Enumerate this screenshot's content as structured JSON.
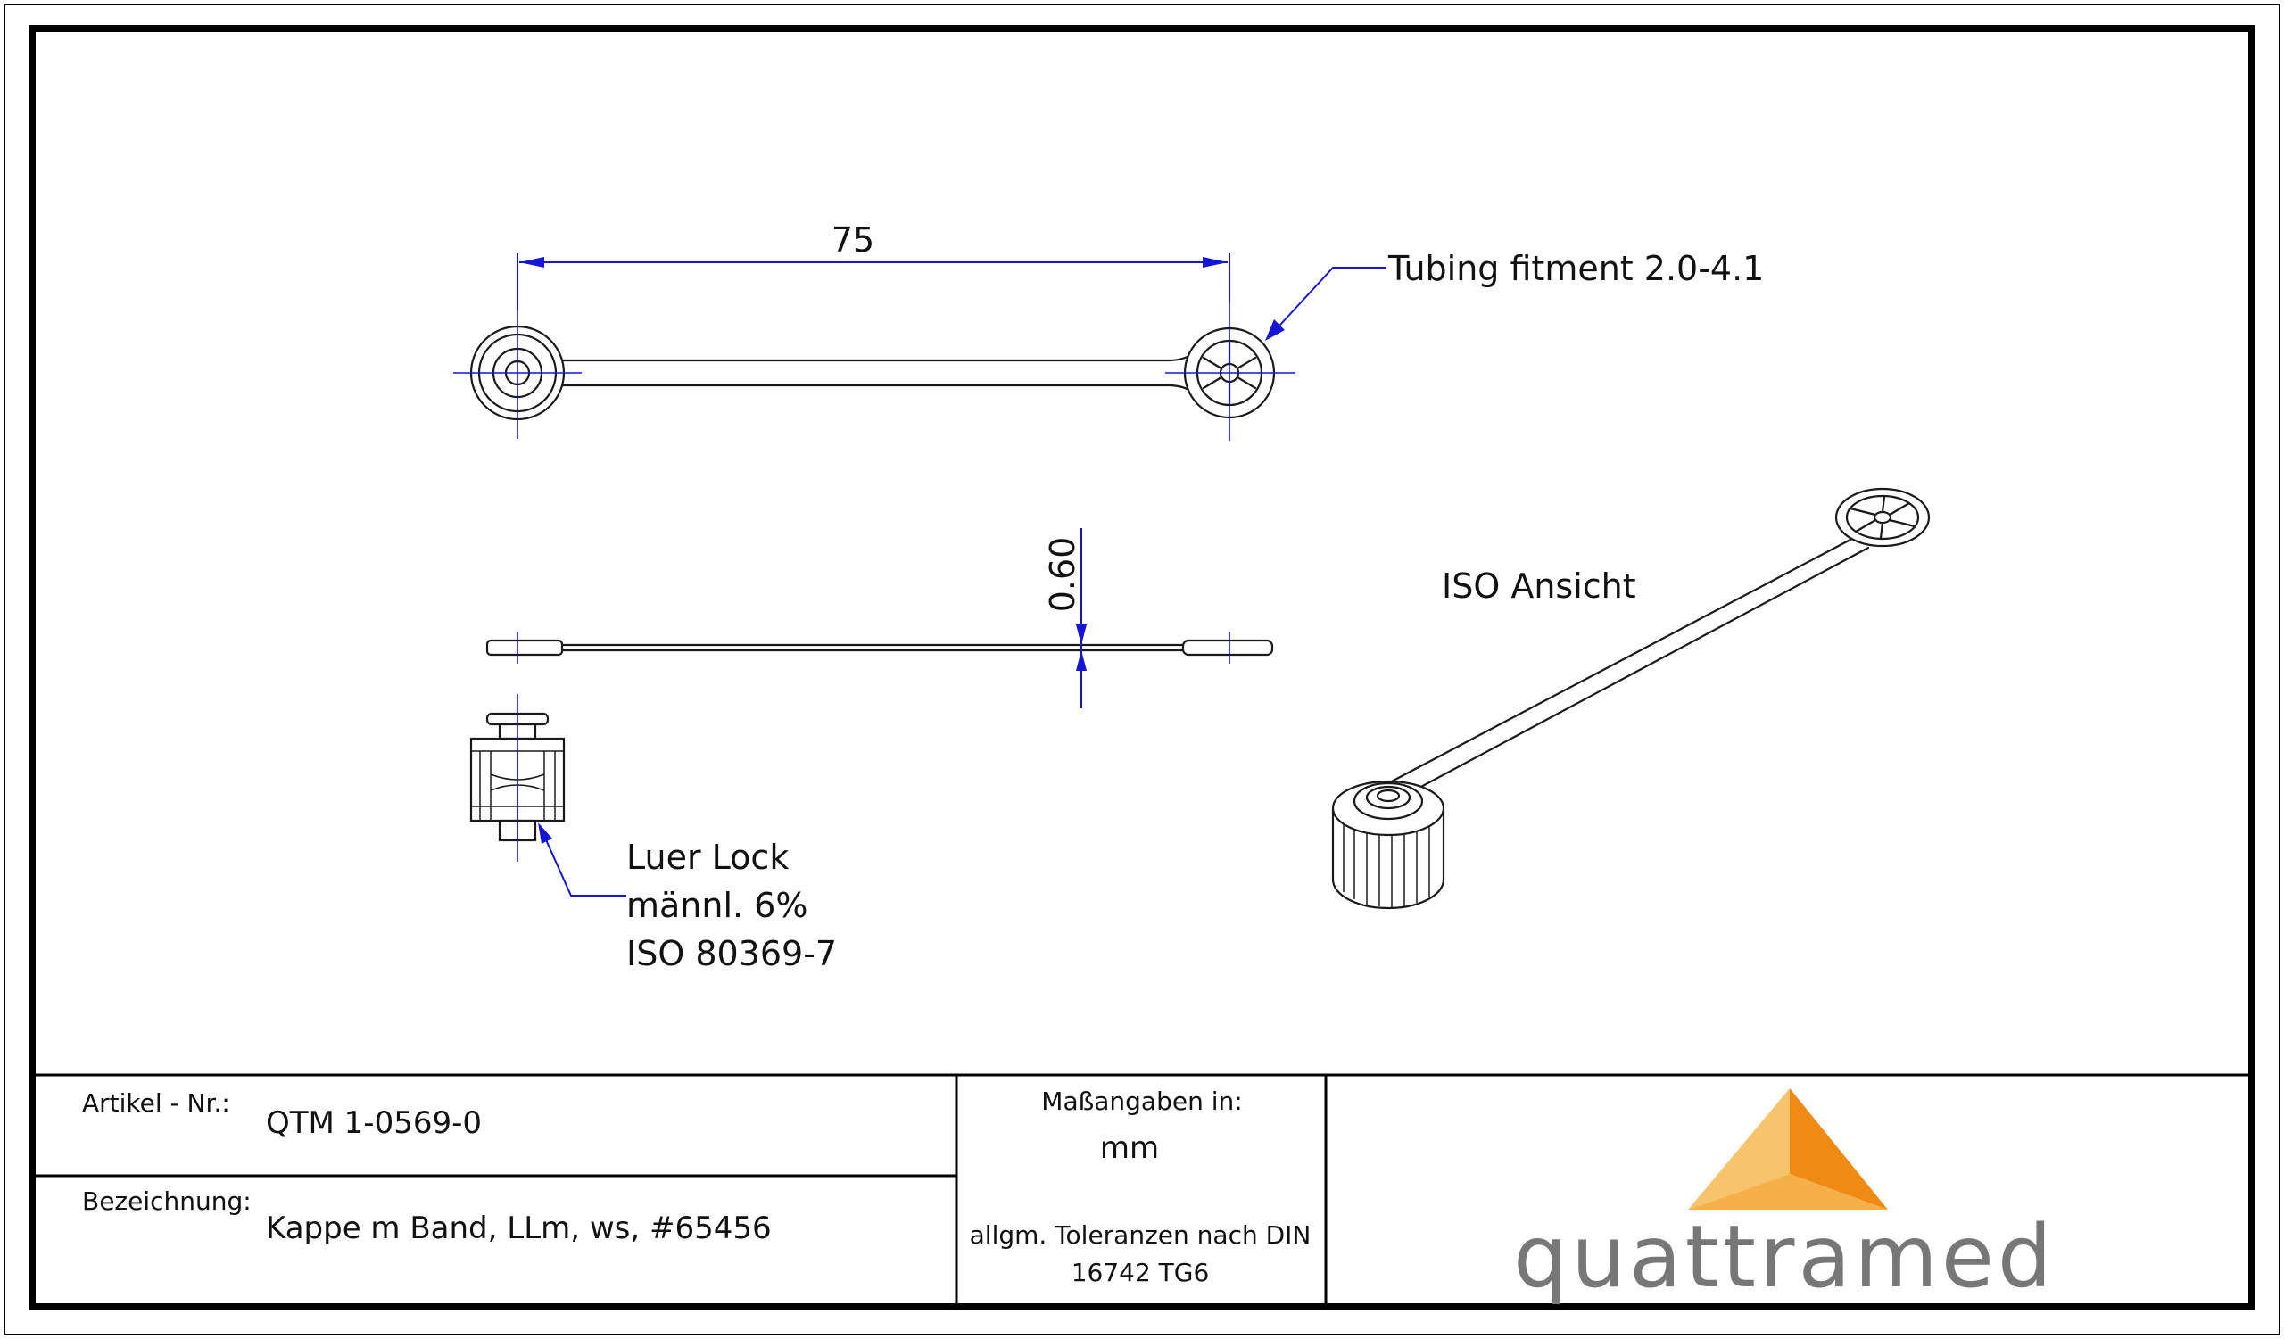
{
  "drawing": {
    "dimension_length": "75",
    "dimension_thickness": "0.60",
    "label_tubing": "Tubing fitment 2.0-4.1",
    "label_iso_view": "ISO Ansicht",
    "label_luer_line1": "Luer Lock",
    "label_luer_line2": "männl. 6%",
    "label_luer_line3": "ISO 80369-7"
  },
  "title_block": {
    "article_label": "Artikel - Nr.:",
    "article_value": "QTM 1-0569-0",
    "designation_label": "Bezeichnung:",
    "designation_value": "Kappe m Band, LLm, ws, #65456",
    "units_label": "Maßangaben in:",
    "units_value": "mm",
    "tolerance_line1": "allgm. Toleranzen nach DIN",
    "tolerance_line2": "16742 TG6",
    "logo_text": "quattramed"
  },
  "colors": {
    "dimension_blue": "#1515d8",
    "logo_orange_light": "#f7c46c",
    "logo_orange_dark": "#ef8a12",
    "logo_gray": "#777777"
  }
}
